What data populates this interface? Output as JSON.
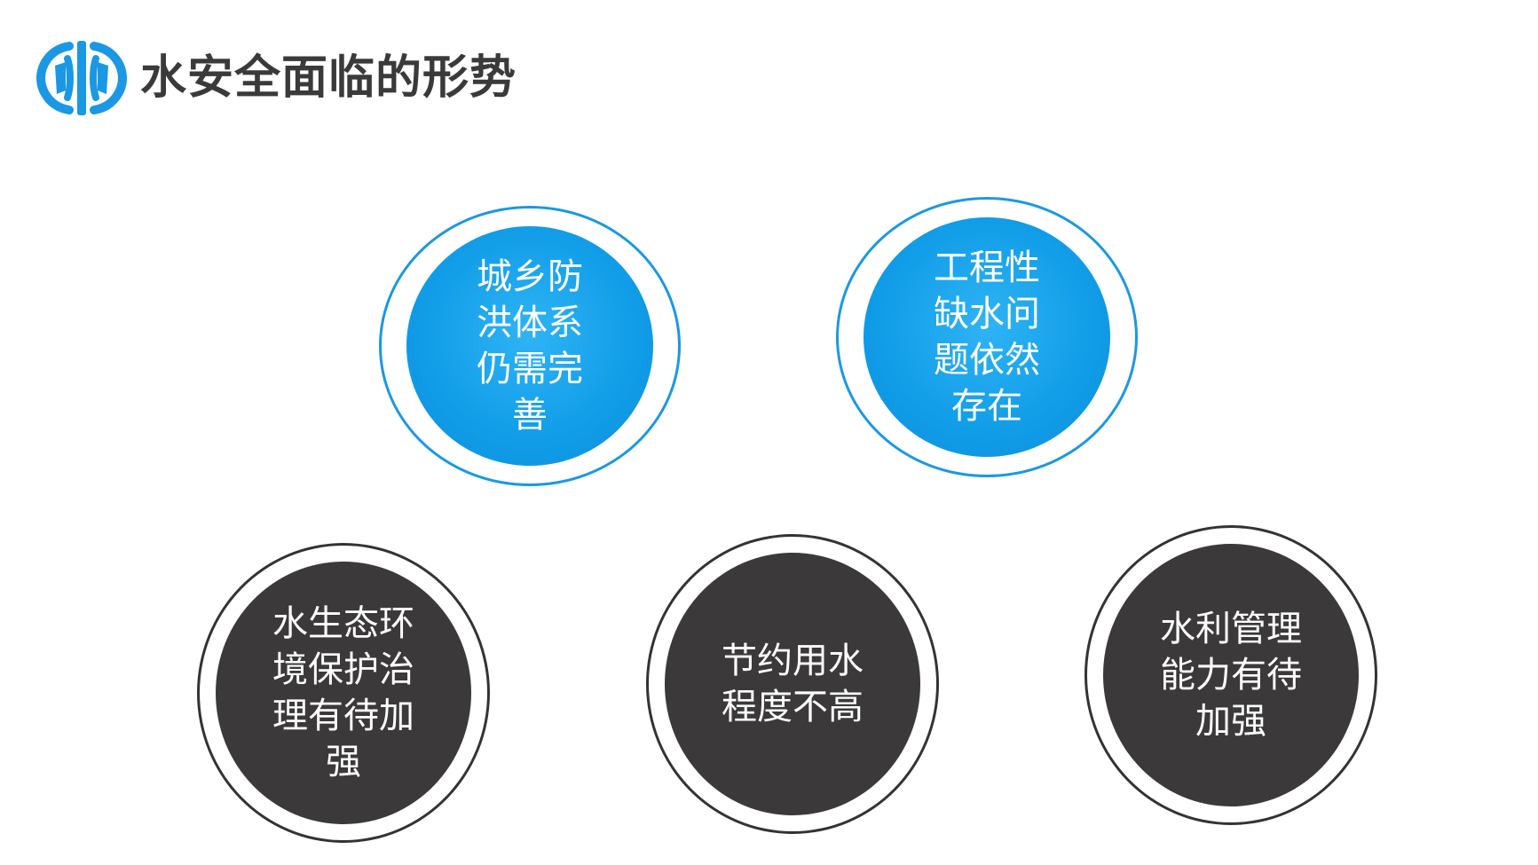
{
  "header": {
    "title": "水安全面临的形势",
    "logo_icon": "water-logo-icon"
  },
  "colors": {
    "accent_blue": "#129ee8",
    "dark_circle": "#3b3939",
    "title_text": "#3a3a3a"
  },
  "circles": [
    {
      "text": "城乡防\n洪体系\n仍需完\n善"
    },
    {
      "text": "工程性\n缺水问\n题依然\n存在"
    },
    {
      "text": "水生态环\n境保护治\n理有待加\n强"
    },
    {
      "text": "节约用水\n程度不高"
    },
    {
      "text": "水利管理\n能力有待\n加强"
    }
  ]
}
